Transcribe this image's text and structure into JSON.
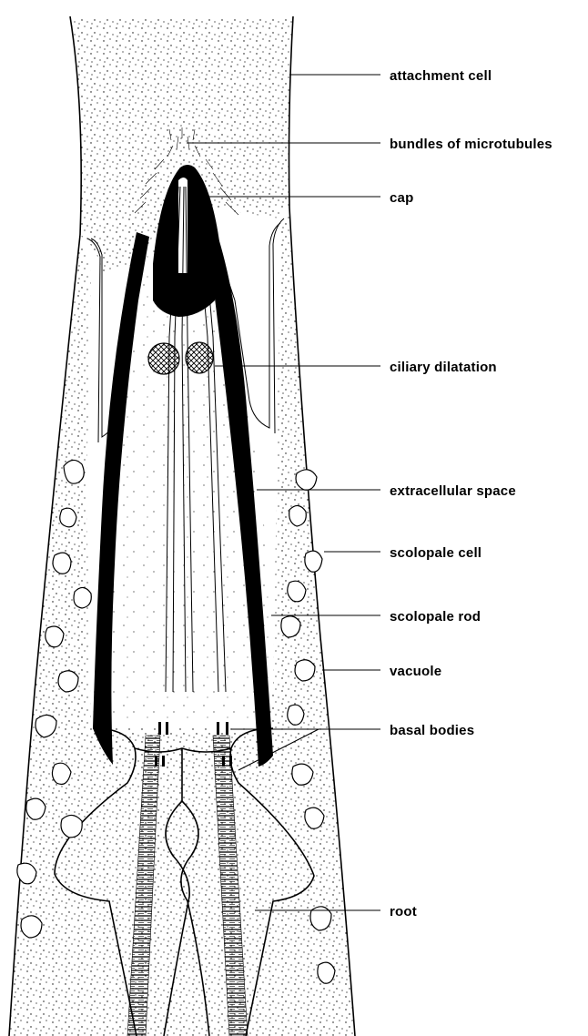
{
  "labels": {
    "attachment_cell": "attachment cell",
    "bundles_of_microtubules": "bundles of microtubules",
    "cap": "cap",
    "ciliary_dilatation": "ciliary dilatation",
    "extracellular_space": "extracellular space",
    "scolopale_cell": "scolopale cell",
    "scolopale_rod": "scolopale rod",
    "vacuole": "vacuole",
    "basal_bodies": "basal bodies",
    "root": "root"
  },
  "colors": {
    "ink": "#000000",
    "background": "#ffffff"
  }
}
